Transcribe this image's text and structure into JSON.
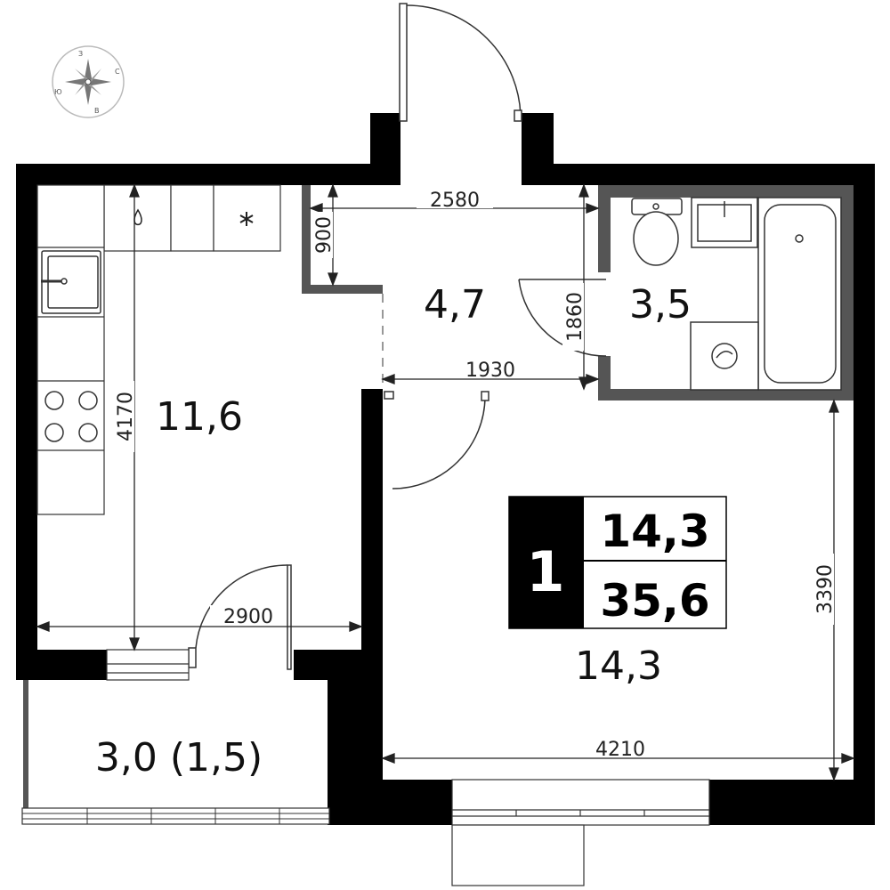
{
  "rooms": {
    "kitchen_area": "11,6",
    "hall_area": "4,7",
    "bathroom_area": "3,5",
    "living_area": "14,3",
    "balcony_area": "3,0 (1,5)"
  },
  "dimensions": {
    "hall_width": "2580",
    "hall_depth": "900",
    "bath_door_span": "1860",
    "corridor_width": "1930",
    "kitchen_depth": "4170",
    "kitchen_width": "2900",
    "living_depth": "3390",
    "living_width": "4210"
  },
  "badge": {
    "rooms_count": "1",
    "living_area": "14,3",
    "total_area": "35,6"
  },
  "compass": {
    "north": "З",
    "east": "С",
    "south": "В",
    "west": "Ю"
  },
  "colors": {
    "wall": "#000000",
    "partition": "#555555",
    "line": "#222222"
  }
}
